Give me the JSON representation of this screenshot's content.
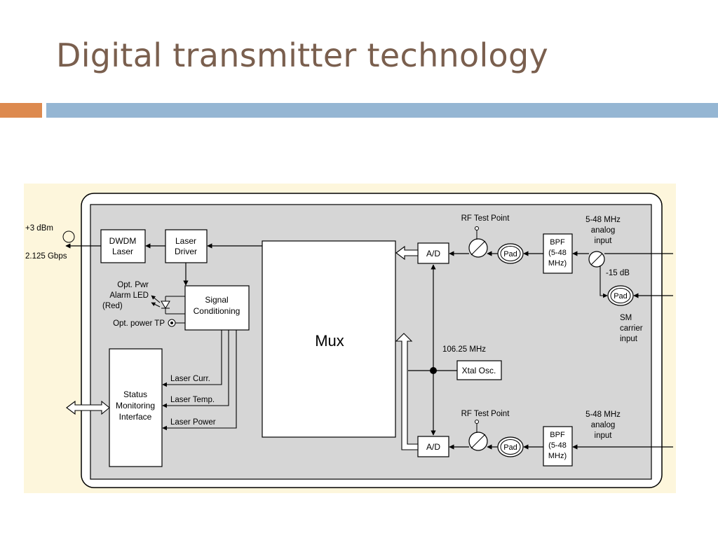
{
  "slide": {
    "title": "Digital transmitter technology"
  },
  "diagram": {
    "blocks": {
      "dwdm_laser": [
        "DWDM",
        "Laser"
      ],
      "laser_driver": [
        "Laser",
        "Driver"
      ],
      "signal_conditioning": [
        "Signal",
        "Conditioning"
      ],
      "mux": "Mux",
      "status_monitoring": [
        "Status",
        "Monitoring",
        "Interface"
      ],
      "ad_top": "A/D",
      "ad_bottom": "A/D",
      "pad_top": "Pad",
      "pad_bottom": "Pad",
      "pad_sm": "Pad",
      "bpf_top": [
        "BPF",
        "(5-48",
        "MHz)"
      ],
      "bpf_bottom": [
        "BPF",
        "(5-48",
        "MHz)"
      ],
      "xtal_osc": "Xtal Osc."
    },
    "labels": {
      "output_power": "+3 dBm",
      "output_rate": "2.125 Gbps",
      "alarm_led": [
        "Opt. Pwr",
        "Alarm LED",
        "(Red)"
      ],
      "opt_power_tp": "Opt. power TP",
      "laser_curr": "Laser Curr.",
      "laser_temp": "Laser Temp.",
      "laser_power": "Laser Power",
      "rf_test_point_top": "RF Test Point",
      "rf_test_point_bottom": "RF Test Point",
      "analog_input_top": [
        "5-48 MHz",
        "analog",
        "input"
      ],
      "analog_input_bottom": [
        "5-48 MHz",
        "analog",
        "input"
      ],
      "coupler_loss": "-15 dB",
      "sm_carrier_input": [
        "SM",
        "carrier",
        "input"
      ],
      "clock_freq": "106.25 MHz"
    }
  }
}
